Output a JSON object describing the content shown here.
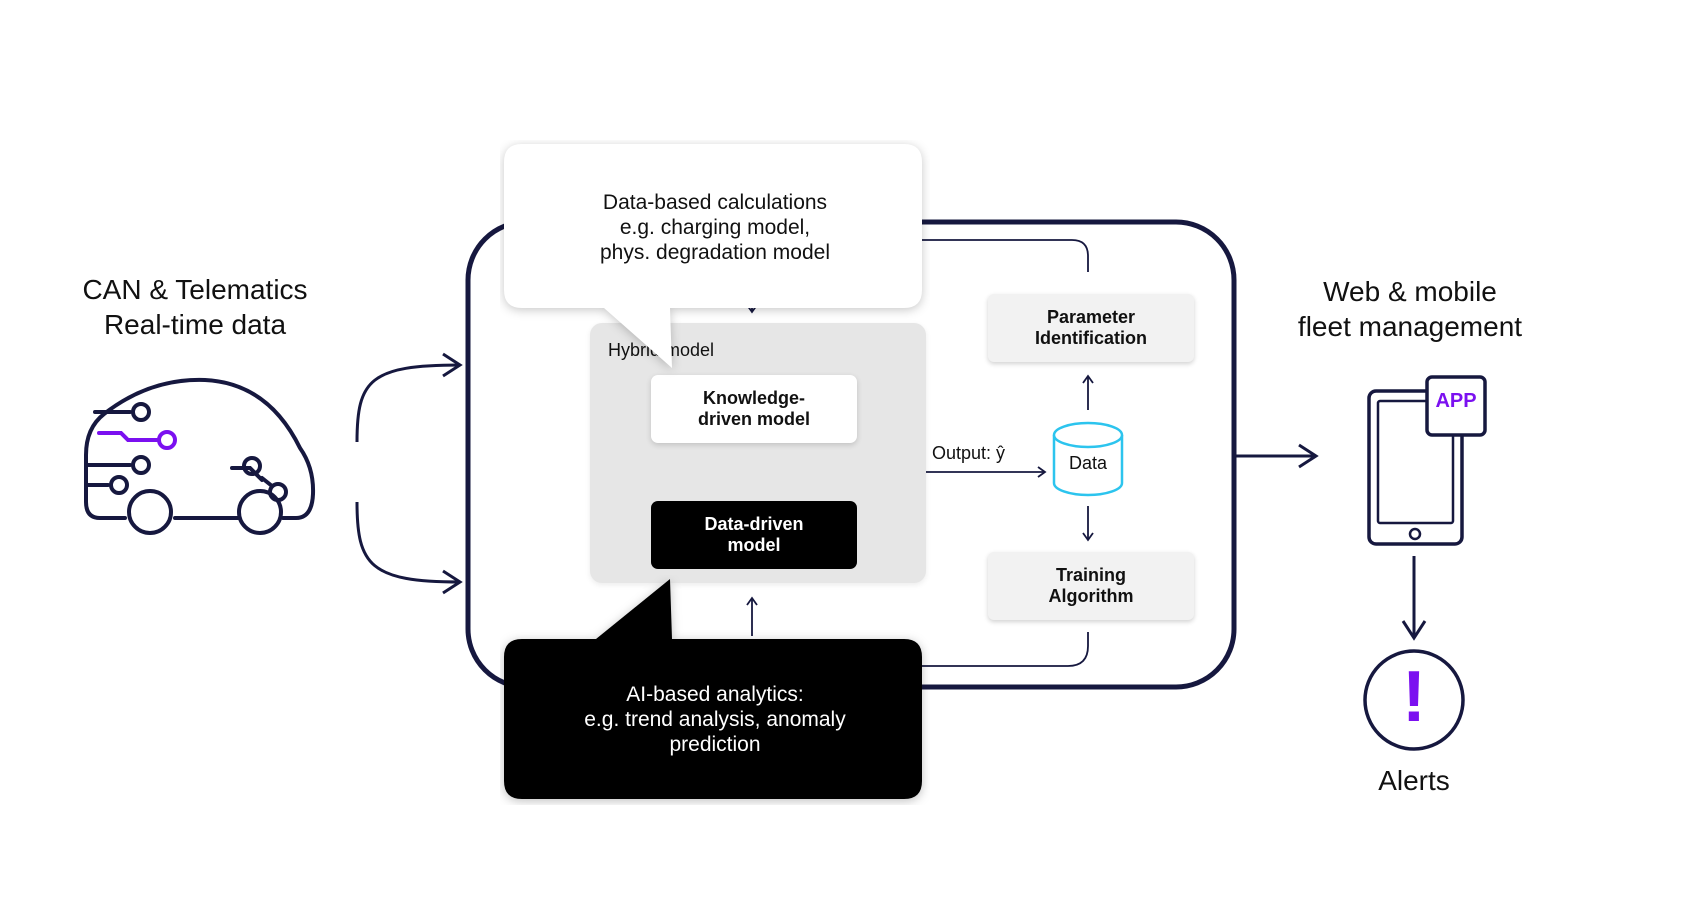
{
  "left": {
    "line1": "CAN & Telematics",
    "line2": "Real-time data"
  },
  "right": {
    "line1": "Web & mobile",
    "line2": "fleet management"
  },
  "alerts": {
    "label": "Alerts",
    "symbol": "!"
  },
  "app": {
    "badge": "APP"
  },
  "bubble_top": {
    "line1": "Data-based calculations",
    "line2": "e.g. charging model,",
    "line3": "phys. degradation model"
  },
  "bubble_bottom": {
    "line1": "AI-based analytics:",
    "line2": "e.g. trend analysis, anomaly",
    "line3": "prediction"
  },
  "hybrid": {
    "title": "Hybrid model",
    "knowledge_line1": "Knowledge-",
    "knowledge_line2": "driven model",
    "data_line1": "Data-driven",
    "data_line2": "model"
  },
  "output": {
    "label": "Output: ŷ"
  },
  "data_store": {
    "label": "Data"
  },
  "param": {
    "line1": "Parameter",
    "line2": "Identification"
  },
  "training": {
    "line1": "Training",
    "line2": "Algorithm"
  },
  "colors": {
    "navy": "#16183f",
    "purple": "#7b10f0",
    "cyan": "#2cc4ee"
  }
}
